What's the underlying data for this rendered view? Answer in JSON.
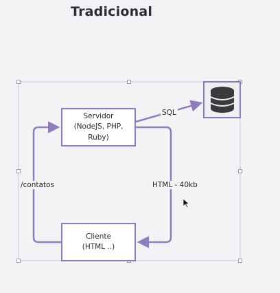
{
  "title": "Tradicional",
  "nodes": {
    "server": {
      "line1": "Servidor",
      "line2": "(NodeJS, PHP, Ruby)"
    },
    "client": {
      "line1": "Cliente",
      "line2": "(HTML ..)"
    }
  },
  "edges": {
    "sql": "SQL",
    "response": "HTML - 40kb",
    "request": "/contatos"
  },
  "icons": {
    "database": "database-icon",
    "cursor": "mouse-pointer-icon"
  },
  "colors": {
    "border": "#8c7cb8",
    "arrow": "#8e7fbb",
    "selection": "#c9c3dc",
    "database_fill": "#3a3a3d",
    "background": "#f3f3f5"
  }
}
